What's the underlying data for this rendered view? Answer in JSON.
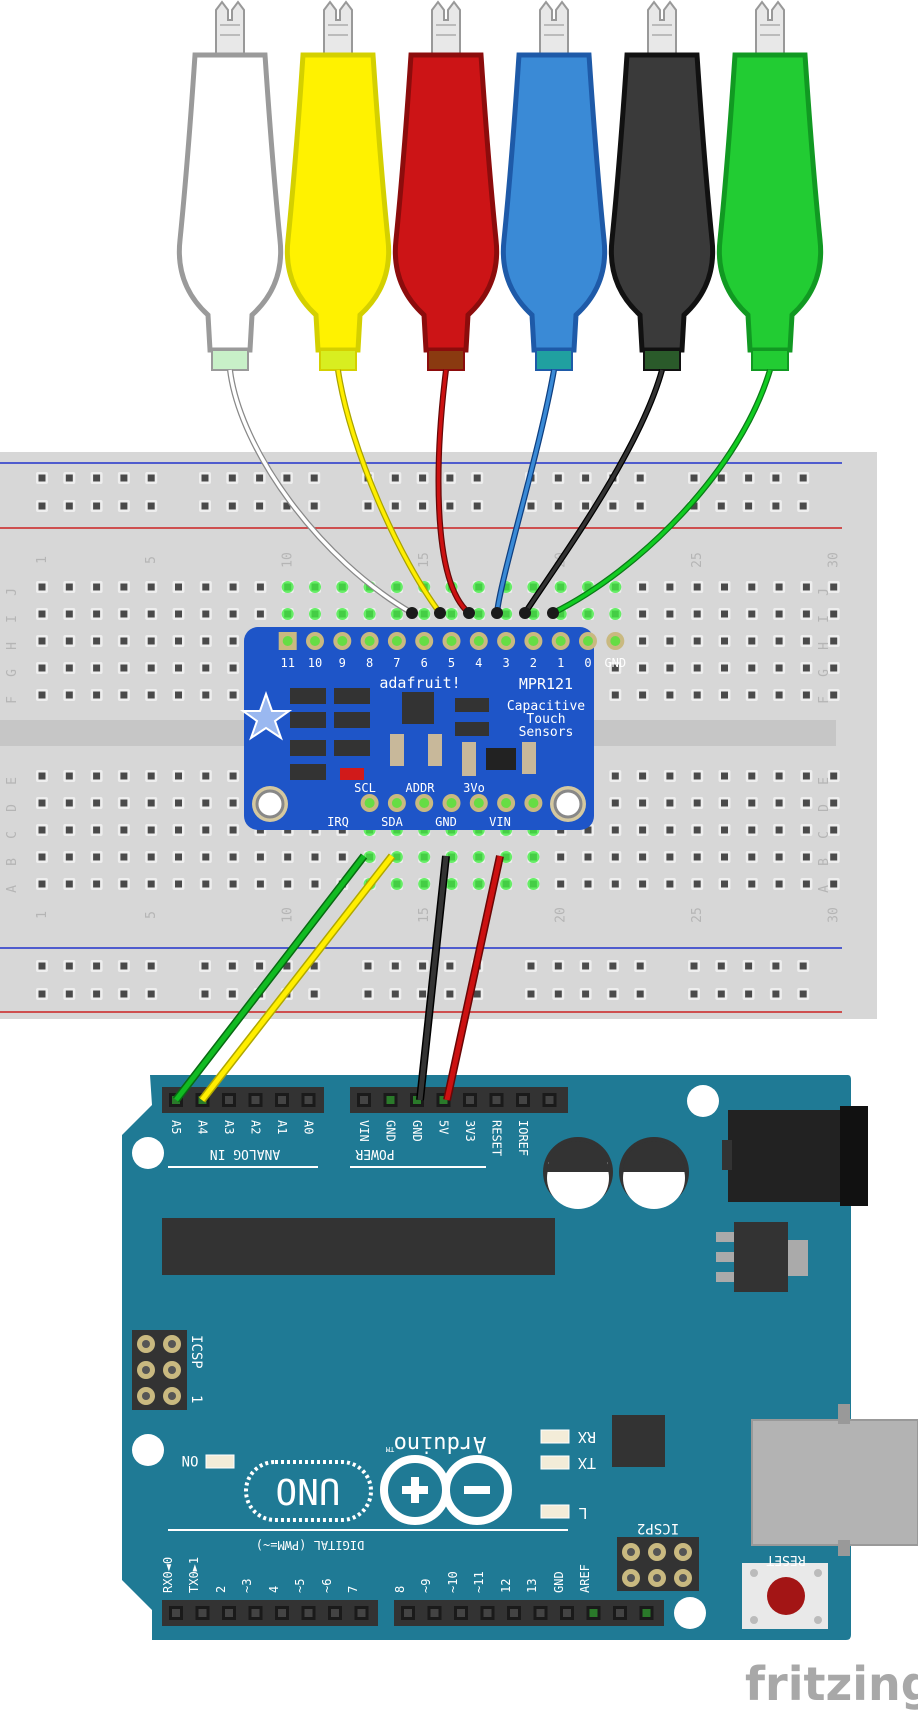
{
  "clips": [
    {
      "name": "white",
      "color": "#ffffff",
      "edge": "#9a9a9a",
      "tip": "#c8f0c8"
    },
    {
      "name": "yellow",
      "color": "#fff200",
      "edge": "#d4d000",
      "tip": "#d8ee20"
    },
    {
      "name": "red",
      "color": "#cc1416",
      "edge": "#8c0c0c",
      "tip": "#8a3a10"
    },
    {
      "name": "blue",
      "color": "#3a8ad6",
      "edge": "#1e5aa8",
      "tip": "#20a0a0"
    },
    {
      "name": "black",
      "color": "#3a3a3a",
      "edge": "#111111",
      "tip": "#2a5a2a"
    },
    {
      "name": "green",
      "color": "#22cc33",
      "edge": "#119922",
      "tip": "#22cc33"
    }
  ],
  "breadboard": {
    "row_letters_top": [
      "J",
      "I",
      "H",
      "G",
      "F"
    ],
    "row_letters_bottom": [
      "E",
      "D",
      "C",
      "B",
      "A"
    ],
    "column_numbers": [
      "1",
      "5",
      "10",
      "15",
      "20",
      "25",
      "30"
    ]
  },
  "mpr121": {
    "brand": "adafruit!",
    "model": "MPR121",
    "desc_line1": "Capacitive",
    "desc_line2": "Touch",
    "desc_line3": "Sensors",
    "top_pins": [
      "11",
      "10",
      "9",
      "8",
      "7",
      "6",
      "5",
      "4",
      "3",
      "2",
      "1",
      "0",
      "GND"
    ],
    "mid_labels": [
      "SCL",
      "ADDR",
      "3Vo"
    ],
    "bottom_pins": [
      "IRQ",
      "SDA",
      "GND",
      "VIN"
    ]
  },
  "arduino": {
    "analog_pins": [
      "A5",
      "A4",
      "A3",
      "A2",
      "A1",
      "A0"
    ],
    "analog_label": "ANALOG IN",
    "power_pins": [
      "VIN",
      "GND",
      "GND",
      "5V",
      "3V3",
      "RESET",
      "IOREF"
    ],
    "power_label": "POWER",
    "icsp": "ICSP",
    "icsp_num": "1",
    "icsp2": "ICSP2",
    "on": "ON",
    "tx": "TX",
    "rx": "RX",
    "l": "L",
    "brand": "Arduino",
    "tm": "TM",
    "uno": "UNO",
    "reset": "RESET",
    "digital_label": "DIGITAL (PWM=~)",
    "digital_pins": [
      "RX0◄0",
      "TX0►1",
      "2",
      "~3",
      "4",
      "~5",
      "~6",
      "7",
      "8",
      "~9",
      "~10",
      "~11",
      "12",
      "13",
      "GND",
      "AREF"
    ]
  },
  "wires": {
    "sda_color": "#ffee00",
    "scl_color": "#11bb22",
    "gnd_color": "#222222",
    "vin_color": "#cc1111"
  },
  "watermark": "fritzing"
}
